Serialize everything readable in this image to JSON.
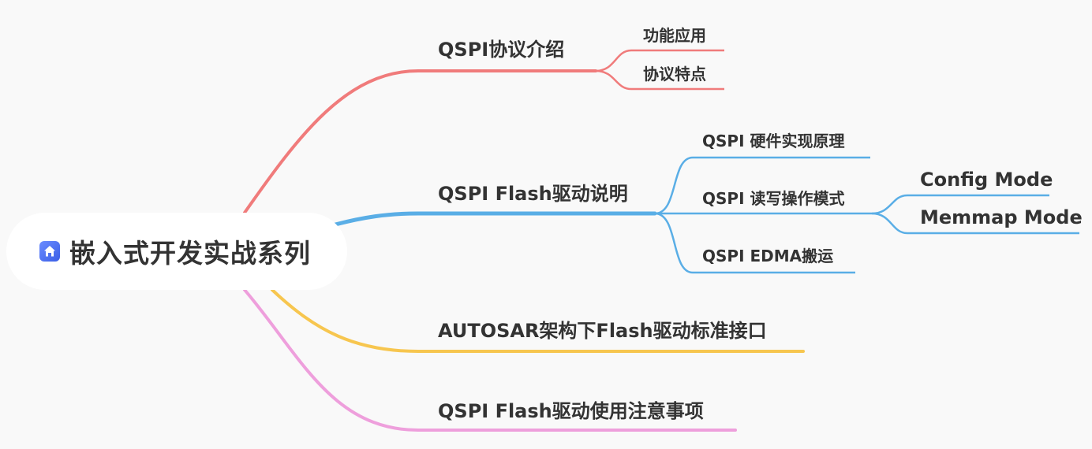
{
  "root": {
    "label": "嵌入式开发实战系列",
    "icon": "home-icon"
  },
  "branches": [
    {
      "label": "QSPI协议介绍",
      "color": "#f07b7b",
      "children": [
        {
          "label": "功能应用"
        },
        {
          "label": "协议特点"
        }
      ]
    },
    {
      "label": "QSPI Flash驱动说明",
      "color": "#5aaee6",
      "children": [
        {
          "label": "QSPI 硬件实现原理"
        },
        {
          "label": "QSPI 读写操作模式",
          "children": [
            {
              "label": "Config Mode"
            },
            {
              "label": "Memmap Mode"
            }
          ]
        },
        {
          "label": "QSPI EDMA搬运"
        }
      ]
    },
    {
      "label": "AUTOSAR架构下Flash驱动标准接口",
      "color": "#f7c64f"
    },
    {
      "label": "QSPI Flash驱动使用注意事项",
      "color": "#ee9fdc"
    }
  ]
}
